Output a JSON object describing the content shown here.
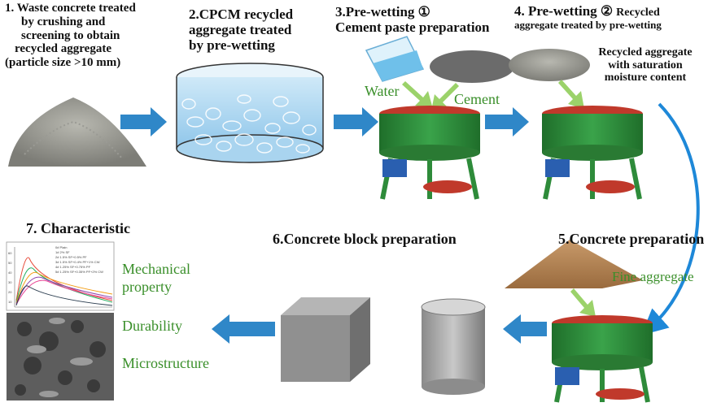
{
  "steps": {
    "s1": [
      "1. Waste concrete treated",
      "by crushing and",
      "screening to obtain",
      "recycled aggregate",
      "(particle size >10 mm)"
    ],
    "s2": [
      "2.CPCM recycled",
      "aggregate treated",
      "by pre-wetting"
    ],
    "s3": [
      "3.Pre-wetting ①",
      "Cement paste preparation"
    ],
    "s4_title": "4. Pre-wetting ②",
    "s4_rest": "Recycled",
    "s4_line2": "aggregate treated by pre-wetting",
    "s4_note": [
      "Recycled aggregate",
      "with saturation",
      "moisture content"
    ],
    "s5": "5.Concrete preparation",
    "s6": "6.Concrete block preparation",
    "s7": "7. Characteristic"
  },
  "inputs": {
    "water": "Water",
    "cement": "Cement",
    "fine": "Fine aggregate"
  },
  "properties": [
    "Mechanical",
    "property",
    "Durability",
    "Microstructure"
  ],
  "mini_chart_legend": [
    "0# Plain",
    "1# 2% SF",
    "2# 1.5% SF+0.5% PF",
    "3# 1.5% SF+0.4% PF+1% CW",
    "4# 1.25% SF+0.75% PF",
    "5# 1.25% SF+0.35% PF+2% CW"
  ],
  "mini_chart_ticks": [
    "60",
    "50",
    "40",
    "30",
    "20",
    "10"
  ],
  "colors": {
    "arrow": "#2f87c8",
    "mixer": "#2e8b3a",
    "label_green": "#3a8f2a",
    "curved_arrow": "#1e88d8"
  }
}
